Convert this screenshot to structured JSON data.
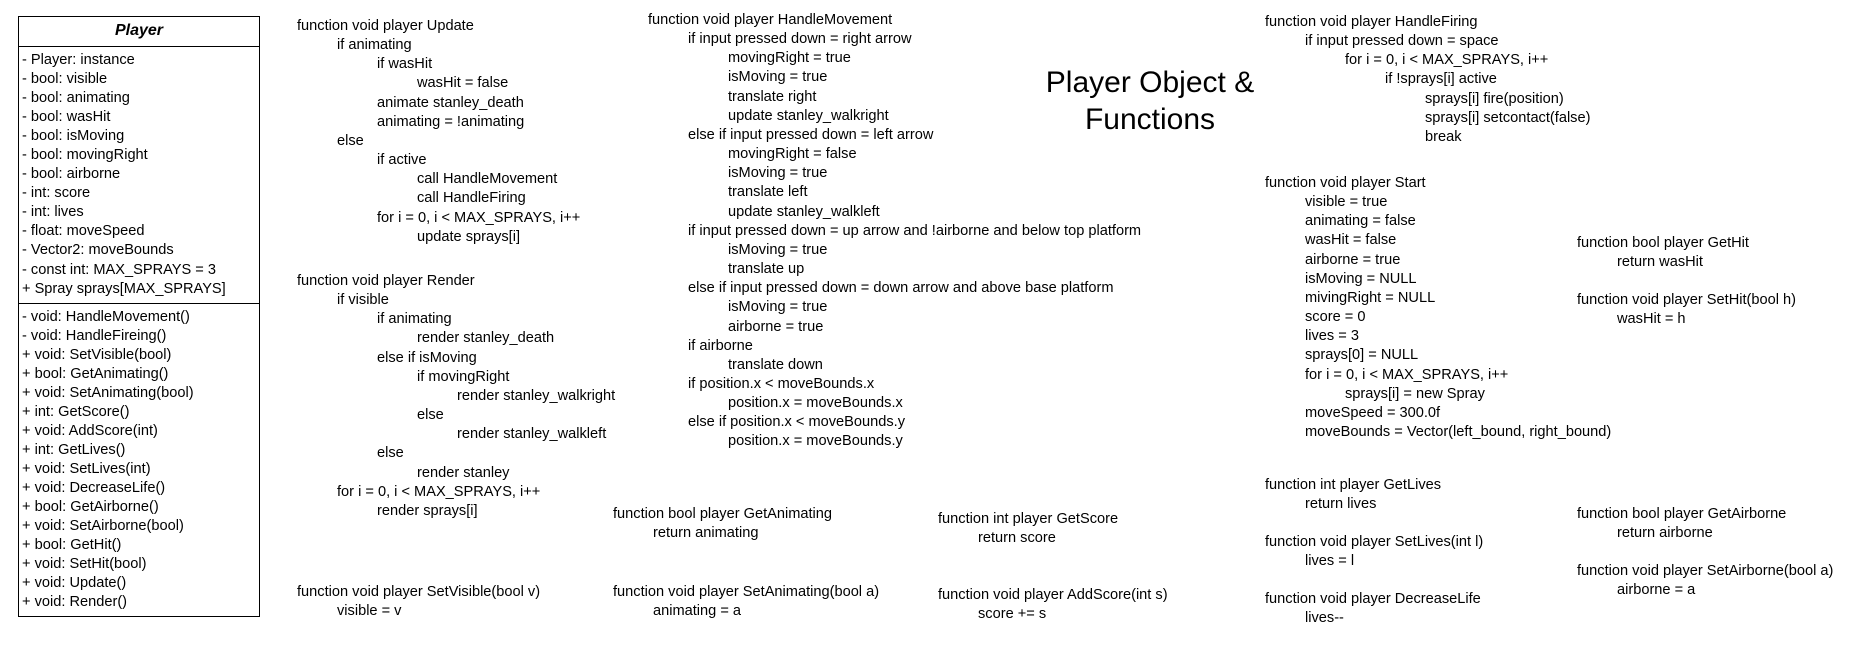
{
  "title": {
    "line1": "Player Object &",
    "line2": "Functions"
  },
  "uml": {
    "name": "Player",
    "attributes": [
      "- Player: instance",
      "- bool: visible",
      "- bool: animating",
      "- bool: wasHit",
      "- bool: isMoving",
      "- bool: movingRight",
      "- bool: airborne",
      "- int: score",
      "- int: lives",
      "- float: moveSpeed",
      "- Vector2: moveBounds",
      "- const int: MAX_SPRAYS = 3",
      "+ Spray sprays[MAX_SPRAYS]"
    ],
    "methods": [
      "- void: HandleMovement()",
      "- void: HandleFireing()",
      "+ void: SetVisible(bool)",
      "+ bool: GetAnimating()",
      "+ void: SetAnimating(bool)",
      "+ int: GetScore()",
      "+ void: AddScore(int)",
      "+ int: GetLives()",
      "+ void: SetLives(int)",
      "+ void: DecreaseLife()",
      "+ bool: GetAirborne()",
      "+ void: SetAirborne(bool)",
      "+ bool: GetHit()",
      "+ void: SetHit(bool)",
      "+ void: Update()",
      "+ void: Render()"
    ]
  },
  "functions": {
    "update": [
      "function void player Update",
      "if animating",
      "if wasHit",
      "wasHit = false",
      "animate stanley_death",
      "animating = !animating",
      "else",
      "if active",
      "call HandleMovement",
      "call HandleFiring",
      "for i = 0, i < MAX_SPRAYS, i++",
      "update sprays[i]"
    ],
    "render": [
      "function void player Render",
      "if visible",
      "if animating",
      "render stanley_death",
      "else if isMoving",
      "if movingRight",
      "render stanley_walkright",
      "else",
      "render stanley_walkleft",
      "else",
      "render stanley",
      "for i = 0, i < MAX_SPRAYS, i++",
      "render sprays[i]"
    ],
    "set_visible": [
      "function void player SetVisible(bool v)",
      "visible = v"
    ],
    "handle_movement": [
      "function void player HandleMovement",
      "if input pressed down = right arrow",
      "movingRight = true",
      "isMoving = true",
      "translate right",
      "update stanley_walkright",
      "else if input pressed down = left arrow",
      "movingRight = false",
      "isMoving = true",
      "translate left",
      "update stanley_walkleft",
      "if input pressed down = up arrow and !airborne and below top platform",
      "isMoving = true",
      "translate up",
      "else if input pressed down = down arrow and above base platform",
      "isMoving = true",
      "airborne = true",
      "if airborne",
      "translate down",
      "if position.x < moveBounds.x",
      "position.x = moveBounds.x",
      "else if position.x < moveBounds.y",
      "position.x = moveBounds.y"
    ],
    "get_animating": [
      "function bool player GetAnimating",
      "return animating"
    ],
    "set_animating": [
      "function void player SetAnimating(bool a)",
      "animating = a"
    ],
    "get_score": [
      "function int player GetScore",
      "return score"
    ],
    "add_score": [
      "function void player AddScore(int s)",
      "score += s"
    ],
    "handle_firing": [
      "function void player HandleFiring",
      "if input pressed down  = space",
      "for i = 0, i < MAX_SPRAYS, i++",
      "if !sprays[i] active",
      "sprays[i] fire(position)",
      "sprays[i] setcontact(false)",
      "break"
    ],
    "start": [
      "function void player Start",
      "visible = true",
      "animating = false",
      "wasHit = false",
      "airborne = true",
      "isMoving = NULL",
      "mivingRight = NULL",
      "score = 0",
      "lives = 3",
      "sprays[0] = NULL",
      "for i = 0, i < MAX_SPRAYS, i++",
      "sprays[i] = new Spray",
      "moveSpeed = 300.0f",
      "moveBounds = Vector(left_bound, right_bound)"
    ],
    "get_lives": [
      "function int player GetLives",
      "return lives"
    ],
    "set_lives": [
      "function void player SetLives(int l)",
      "lives = l"
    ],
    "decrease_life": [
      "function void player DecreaseLife",
      "lives--"
    ],
    "get_hit": [
      "function bool player GetHit",
      "return wasHit"
    ],
    "set_hit": [
      "function void player SetHit(bool h)",
      "wasHit = h"
    ],
    "get_airborne": [
      "function bool player GetAirborne",
      "return airborne"
    ],
    "set_airborne": [
      "function void player SetAirborne(bool a)",
      "airborne = a"
    ]
  }
}
